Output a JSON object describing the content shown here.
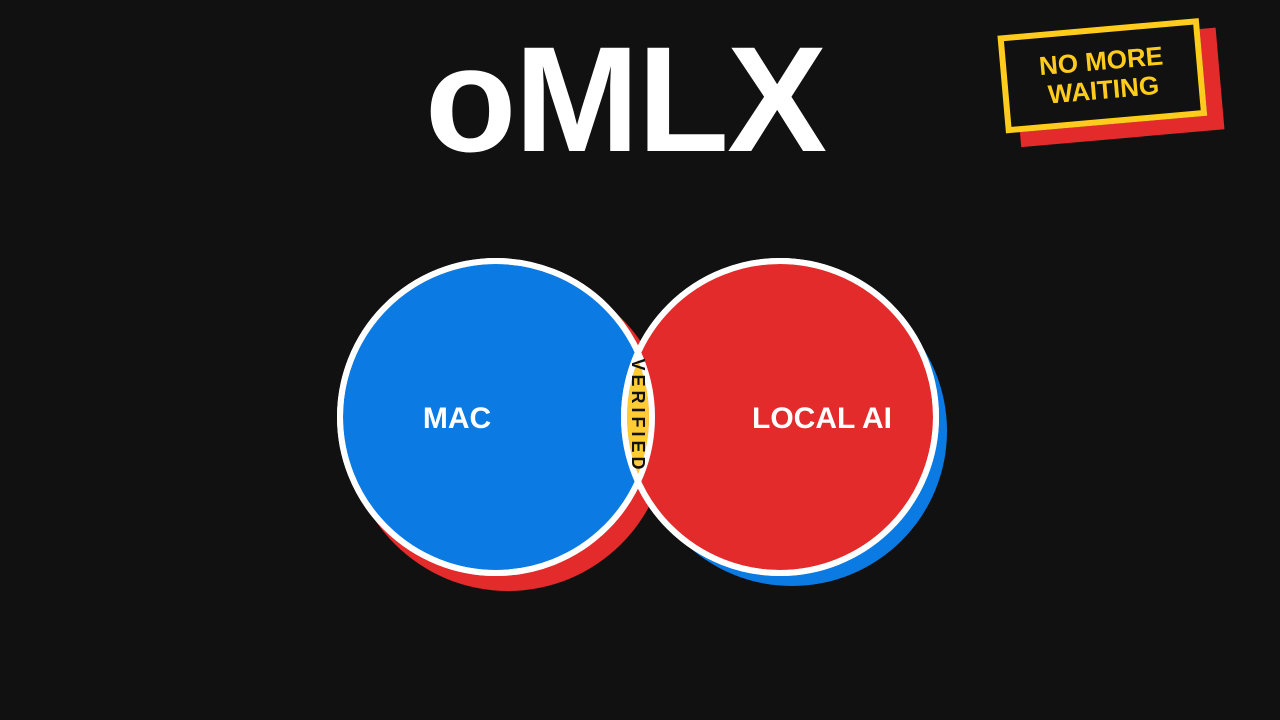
{
  "title": "oMLX",
  "badge": {
    "text": "NO MORE\nWAITING"
  },
  "venn": {
    "left_label": "MAC",
    "right_label": "LOCAL AI",
    "overlap_label": "VERIFIED"
  },
  "colors": {
    "background": "#111111",
    "left_circle": "#0b7be3",
    "right_circle": "#e32b2b",
    "overlap": "#ffcc33",
    "outline": "#ffffff",
    "badge_border": "#ffcc1d",
    "badge_shadow": "#e32b2b"
  }
}
